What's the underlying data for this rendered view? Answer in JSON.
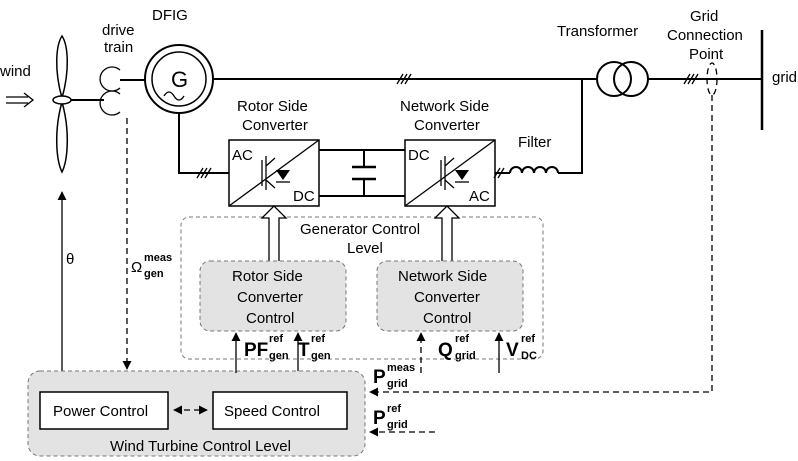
{
  "labels": {
    "wind": "wind",
    "drive_train_1": "drive",
    "drive_train_2": "train",
    "dfig": "DFIG",
    "generator_symbol": "G",
    "transformer": "Transformer",
    "grid_connection_1": "Grid",
    "grid_connection_2": "Connection",
    "grid_connection_3": "Point",
    "grid": "grid",
    "rotor_side_converter_1": "Rotor Side",
    "rotor_side_converter_2": "Converter",
    "network_side_converter_1": "Network Side",
    "network_side_converter_2": "Converter",
    "filter": "Filter",
    "ac_left": "AC",
    "dc_left": "DC",
    "dc_right": "DC",
    "ac_right": "AC",
    "generator_control_level_1": "Generator Control",
    "generator_control_level_2": "Level",
    "rotor_side_converter_control_1": "Rotor Side",
    "rotor_side_converter_control_2": "Converter",
    "rotor_side_converter_control_3": "Control",
    "network_side_converter_control_1": "Network Side",
    "network_side_converter_control_2": "Converter",
    "network_side_converter_control_3": "Control",
    "power_control": "Power Control",
    "speed_control": "Speed Control",
    "wind_turbine_control_level": "Wind Turbine Control Level",
    "theta": "θ"
  },
  "signals": {
    "omega_gen_meas": {
      "base": "Ω",
      "sup": "meas",
      "sub": "gen"
    },
    "pf_gen_ref": {
      "base": "PF",
      "sup": "ref",
      "sub": "gen"
    },
    "t_gen_ref": {
      "base": "T",
      "sup": "ref",
      "sub": "gen"
    },
    "q_grid_ref": {
      "base": "Q",
      "sup": "ref",
      "sub": "grid"
    },
    "v_dc_ref": {
      "base": "V",
      "sup": "ref",
      "sub": "DC"
    },
    "p_grid_meas": {
      "base": "P",
      "sup": "meas",
      "sub": "grid"
    },
    "p_grid_ref": {
      "base": "P",
      "sup": "ref",
      "sub": "grid"
    }
  }
}
